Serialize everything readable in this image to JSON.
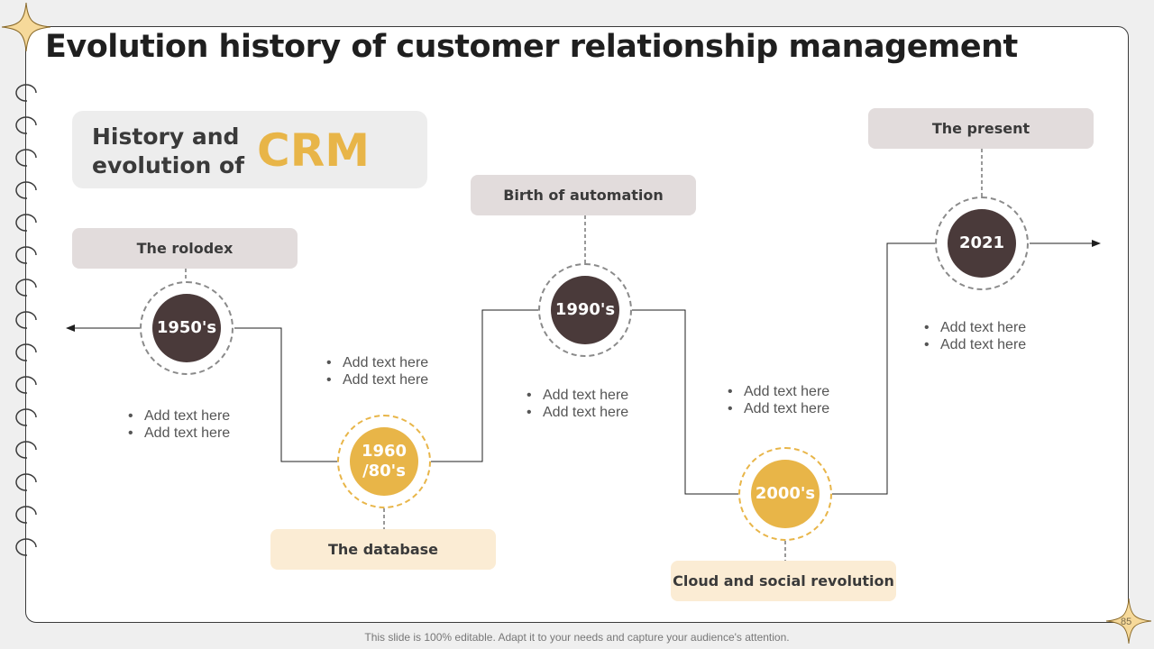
{
  "title": "Evolution history of customer relationship management",
  "header_box": {
    "line1": "History and",
    "line2": "evolution of",
    "highlight": "CRM"
  },
  "milestones": [
    {
      "era": "1950's",
      "label": "The rolodex",
      "bullets": [
        "Add text here",
        "Add text here"
      ]
    },
    {
      "era_line1": "1960",
      "era_line2": "/80's",
      "label": "The database",
      "bullets": [
        "Add text here",
        "Add text here"
      ]
    },
    {
      "era": "1990's",
      "label": "Birth of automation",
      "bullets": [
        "Add text here",
        "Add text here"
      ]
    },
    {
      "era": "2000's",
      "label": "Cloud and social revolution",
      "bullets": [
        "Add text here",
        "Add text here"
      ]
    },
    {
      "era": "2021",
      "label": "The present",
      "bullets": [
        "Add text here",
        "Add text here"
      ]
    }
  ],
  "footer": "This slide is 100% editable. Adapt it to your needs and capture your audience's attention.",
  "page_number": "85",
  "colors": {
    "gold": "#e8b548",
    "brown": "#4a3a3a",
    "label_gray": "#e2dcdc",
    "label_cream": "#fbecd4"
  }
}
